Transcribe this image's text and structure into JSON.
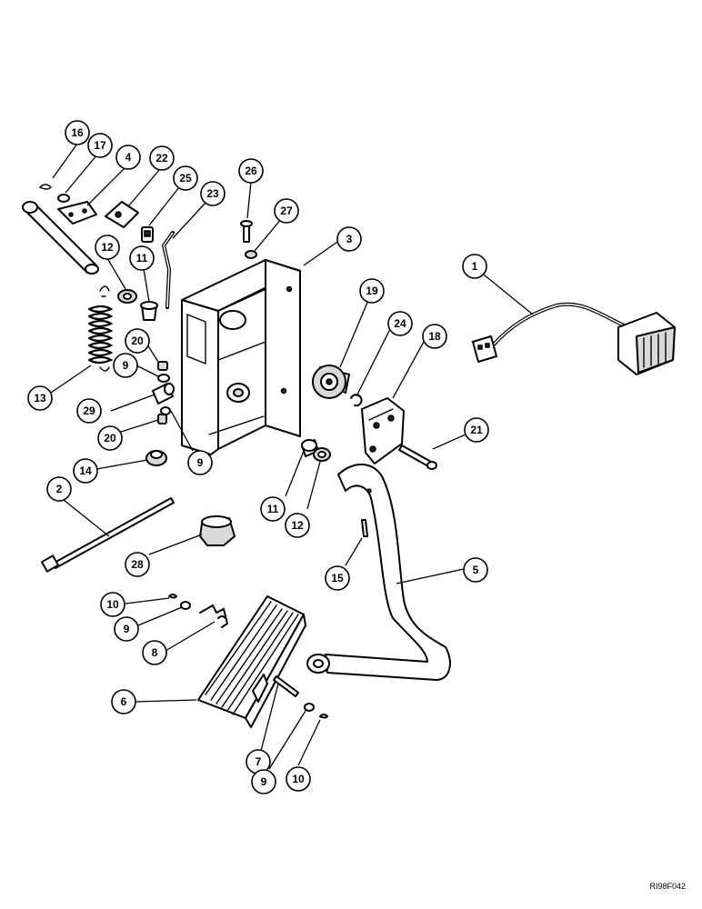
{
  "figure_ref": "RI98F042",
  "callouts": [
    {
      "id": "c16",
      "label": "16"
    },
    {
      "id": "c17",
      "label": "17"
    },
    {
      "id": "c4",
      "label": "4"
    },
    {
      "id": "c22",
      "label": "22"
    },
    {
      "id": "c25",
      "label": "25"
    },
    {
      "id": "c23",
      "label": "23"
    },
    {
      "id": "c26",
      "label": "26"
    },
    {
      "id": "c27",
      "label": "27"
    },
    {
      "id": "c3",
      "label": "3"
    },
    {
      "id": "c12a",
      "label": "12"
    },
    {
      "id": "c11a",
      "label": "11"
    },
    {
      "id": "c20a",
      "label": "20"
    },
    {
      "id": "c9a",
      "label": "9"
    },
    {
      "id": "c13",
      "label": "13"
    },
    {
      "id": "c29",
      "label": "29"
    },
    {
      "id": "c20b",
      "label": "20"
    },
    {
      "id": "c9b",
      "label": "9"
    },
    {
      "id": "c14",
      "label": "14"
    },
    {
      "id": "c19",
      "label": "19"
    },
    {
      "id": "c24",
      "label": "24"
    },
    {
      "id": "c18",
      "label": "18"
    },
    {
      "id": "c1",
      "label": "1"
    },
    {
      "id": "c21",
      "label": "21"
    },
    {
      "id": "c11b",
      "label": "11"
    },
    {
      "id": "c12b",
      "label": "12"
    },
    {
      "id": "c2",
      "label": "2"
    },
    {
      "id": "c28",
      "label": "28"
    },
    {
      "id": "c15",
      "label": "15"
    },
    {
      "id": "c5",
      "label": "5"
    },
    {
      "id": "c10a",
      "label": "10"
    },
    {
      "id": "c9c",
      "label": "9"
    },
    {
      "id": "c8",
      "label": "8"
    },
    {
      "id": "c6",
      "label": "6"
    },
    {
      "id": "c7",
      "label": "7"
    },
    {
      "id": "c9d",
      "label": "9"
    },
    {
      "id": "c10b",
      "label": "10"
    }
  ]
}
